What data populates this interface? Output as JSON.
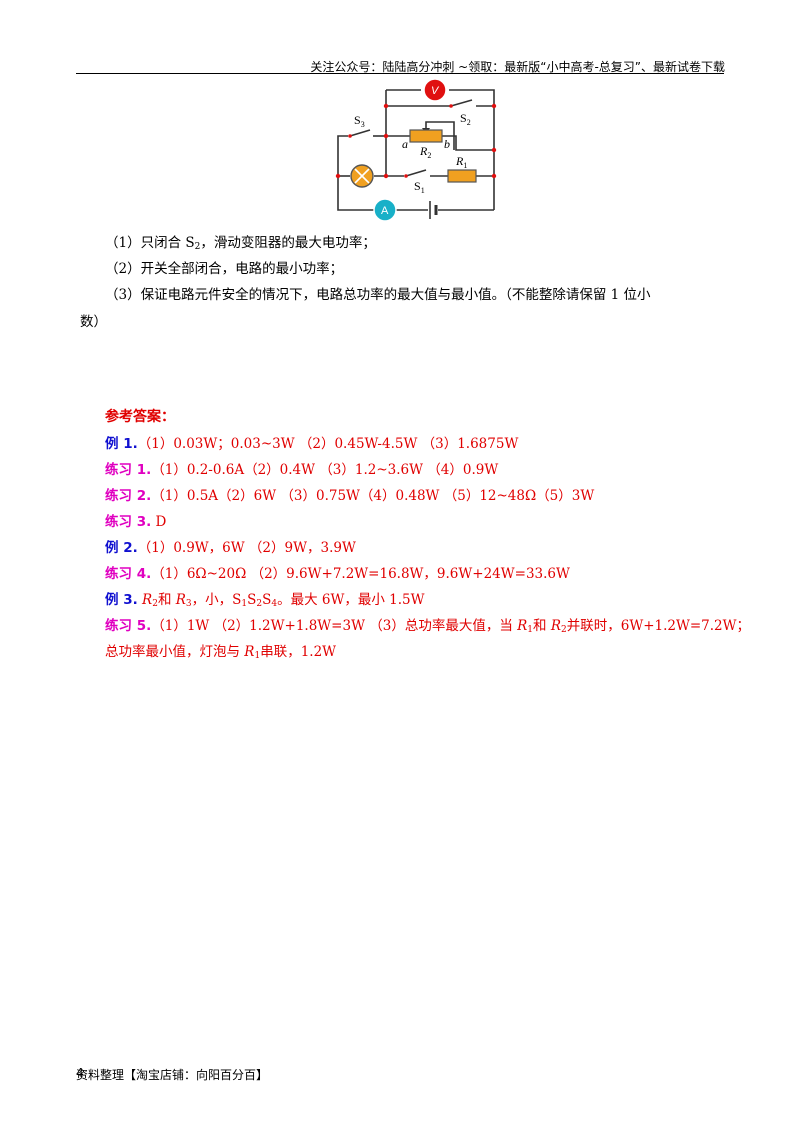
{
  "header": {
    "text": "关注公众号：陆陆高分冲刺   ~领取：最新版“小中高考-总复习”、最新试卷下载"
  },
  "circuit": {
    "labels": {
      "V": "V",
      "A": "A",
      "S3": "S",
      "S3_sub": "3",
      "S2": "S",
      "S2_sub": "2",
      "S1": "S",
      "S1_sub": "1",
      "R2": "R",
      "R2_sub": "2",
      "R1": "R",
      "R1_sub": "1",
      "a": "a",
      "b": "b"
    },
    "colors": {
      "meter": "#e01010",
      "ammeter": "#10a0c0",
      "resistor": "#f0a020",
      "lamp": "#f0a020",
      "node": "#e01010"
    }
  },
  "questions": {
    "q1_prefix": "（1）只闭合 S",
    "q1_sub": "2",
    "q1_suffix": "，滑动变阻器的最大电功率；",
    "q2": "（2）开关全部闭合，电路的最小功率；",
    "q3_line1": "（3）保证电路元件安全的情况下，电路总功率的最大值与最小值。（不能整除请保留 1 位小",
    "q3_line2": "数）"
  },
  "answers": {
    "title": "参考答案：",
    "rows": [
      {
        "label": "例 1.",
        "text": "（1）0.03W；0.03~3W  （2）0.45W-4.5W （3）1.6875W"
      },
      {
        "label": "练习 1.",
        "text": "（1）0.2-0.6A（2）0.4W （3）1.2~3.6W （4）0.9W"
      },
      {
        "label": "练习 2.",
        "text": "（1）0.5A（2）6W （3）0.75W（4）0.48W （5）12~48Ω（5）3W"
      },
      {
        "label": "练习 3.",
        "text": " D"
      },
      {
        "label": "例 2.",
        "text": "（1）0.9W，6W （2）9W，3.9W"
      },
      {
        "label": "练习 4.",
        "text": "（1）6Ω~20Ω （2）9.6W+7.2W=16.8W，9.6W+24W=33.6W"
      }
    ],
    "ex3_label": "例 3.",
    "ex3_r": "R",
    "ex3_r2": "2",
    "ex3_and": "和 ",
    "ex3_r3": "3",
    "ex3_mid": "，小，S",
    "ex3_s1": "1",
    "ex3_s": "S",
    "ex3_s2": "2",
    "ex3_s4": "4",
    "ex3_end": "。最大 6W，最小 1.5W",
    "p5_label": "练习 5.",
    "p5_text1": "（1）1W （2）1.2W+1.8W=3W （3）总功率最大值，当 ",
    "p5_r1": "1",
    "p5_text2": "和 ",
    "p5_r2": "2",
    "p5_text3": "并联时，6W+1.2W=7.2W；",
    "p5_line2a": "总功率最小值，灯泡与 ",
    "p5_line2b": "串联，1.2W"
  },
  "footer": {
    "page": "4",
    "text": "资料整理【淘宝店铺：向阳百分百】"
  }
}
